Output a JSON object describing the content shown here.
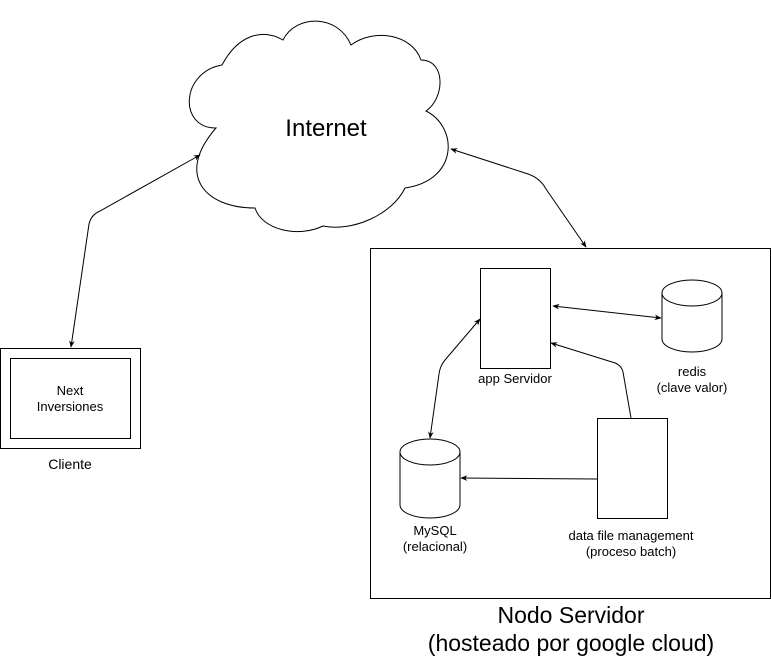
{
  "internet": {
    "label": "Internet"
  },
  "client": {
    "label": "Cliente",
    "app_lines": [
      "Next",
      "Inversiones"
    ]
  },
  "server_node": {
    "lines": [
      "Nodo Servidor",
      "(hosteado por google cloud)"
    ],
    "app_server": {
      "label": "app Servidor"
    },
    "redis": {
      "lines": [
        "redis",
        "(clave valor)"
      ]
    },
    "mysql": {
      "lines": [
        "MySQL",
        "(relacional)"
      ]
    },
    "data_file_management": {
      "lines": [
        "data file management",
        "(proceso batch)"
      ]
    }
  }
}
